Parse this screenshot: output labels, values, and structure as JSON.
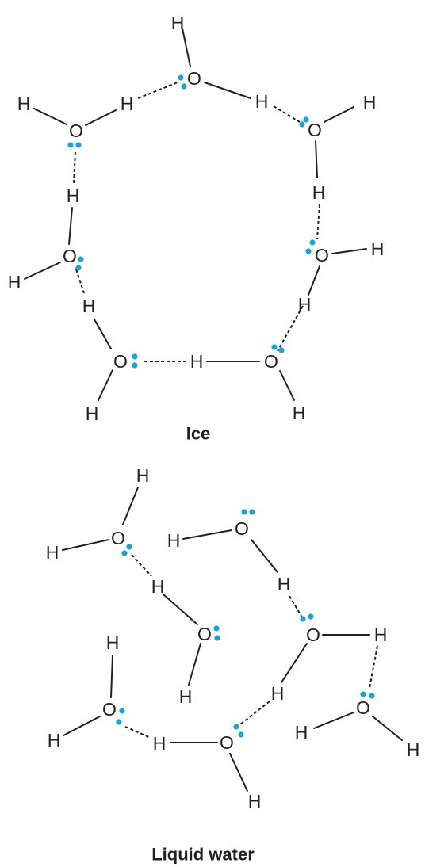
{
  "labels": {
    "ice": "Ice",
    "liquid": "Liquid water"
  },
  "atoms": {
    "oxygen": "O",
    "hydrogen": "H"
  },
  "colors": {
    "lone_pair": "#1ba3d8",
    "ink": "#231f20"
  }
}
